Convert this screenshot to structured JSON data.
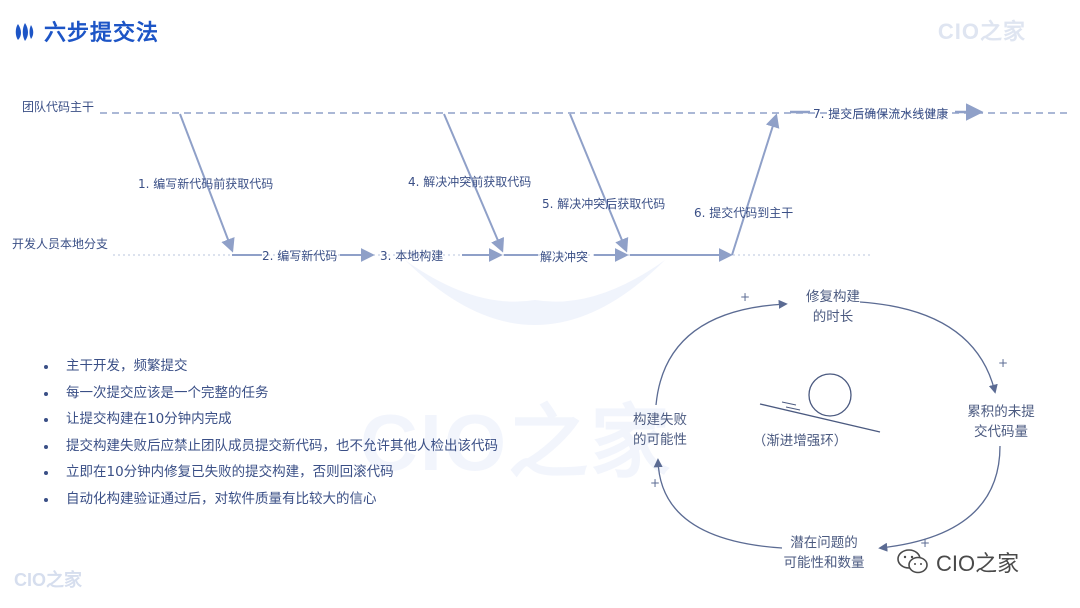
{
  "header": {
    "title": "六步提交法",
    "brand": "CIO之家"
  },
  "lanes": {
    "trunk": "团队代码主干",
    "branch": "开发人员本地分支"
  },
  "steps": {
    "s1": "1. 编写新代码前获取代码",
    "s2": "2. 编写新代码",
    "s3": "3. 本地构建",
    "s4": "4. 解决冲突前获取代码",
    "resolve": "解决冲突",
    "s5": "5. 解决冲突后获取代码",
    "s6": "6. 提交代码到主干",
    "s7": "7. 提交后确保流水线健康"
  },
  "bullets": [
    "主干开发，频繁提交",
    "每一次提交应该是一个完整的任务",
    "让提交构建在10分钟内完成",
    "提交构建失败后应禁止团队成员提交新代码，也不允许其他人检出该代码",
    "立即在10分钟内修复已失败的提交构建，否则回滚代码",
    "自动化构建验证通过后，对软件质量有比较大的信心"
  ],
  "cycle": {
    "top": [
      "修复构建",
      "的时长"
    ],
    "right": [
      "累积的未提",
      "交代码量"
    ],
    "bottom": [
      "潜在问题的",
      "可能性和数量"
    ],
    "left": [
      "构建失败",
      "的可能性"
    ],
    "center": "（渐进增强环）",
    "plus_signs": [
      "+",
      "+",
      "+",
      "+"
    ]
  },
  "footer": {
    "brand": "CIO之家",
    "wechat": "CIO之家"
  },
  "colors": {
    "accent": "#1d55c6",
    "flow": "#8fa0c8",
    "text": "#3a4f86"
  },
  "icons": [
    "brand-logo-icon",
    "wechat-icon",
    "ball-icon"
  ]
}
